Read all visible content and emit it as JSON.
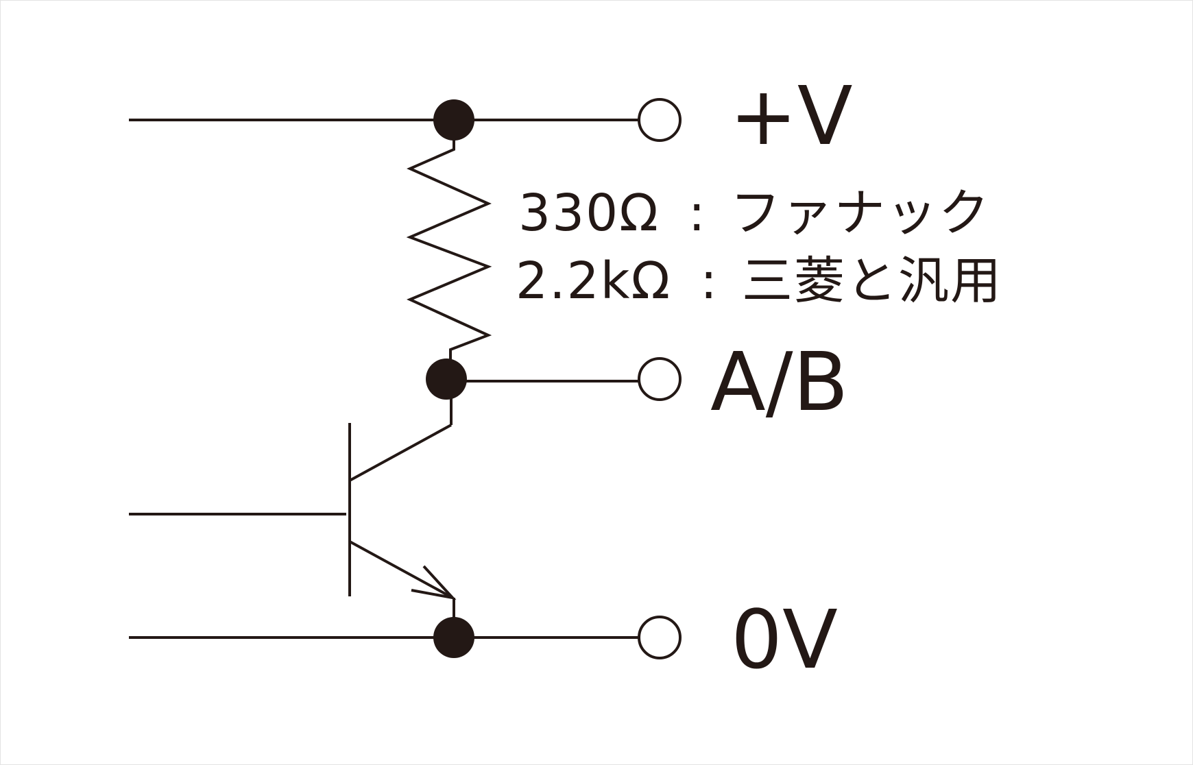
{
  "terminals": {
    "plus_v": "+V",
    "ab": "A/B",
    "zero_v": "0V"
  },
  "resistor_values": [
    {
      "value": "330Ω",
      "separator": ":",
      "maker": "ファナック"
    },
    {
      "value": "2.2kΩ",
      "separator": ":",
      "maker": "三菱と汎用"
    }
  ],
  "colors": {
    "line": "#231815",
    "background": "#ffffff"
  }
}
